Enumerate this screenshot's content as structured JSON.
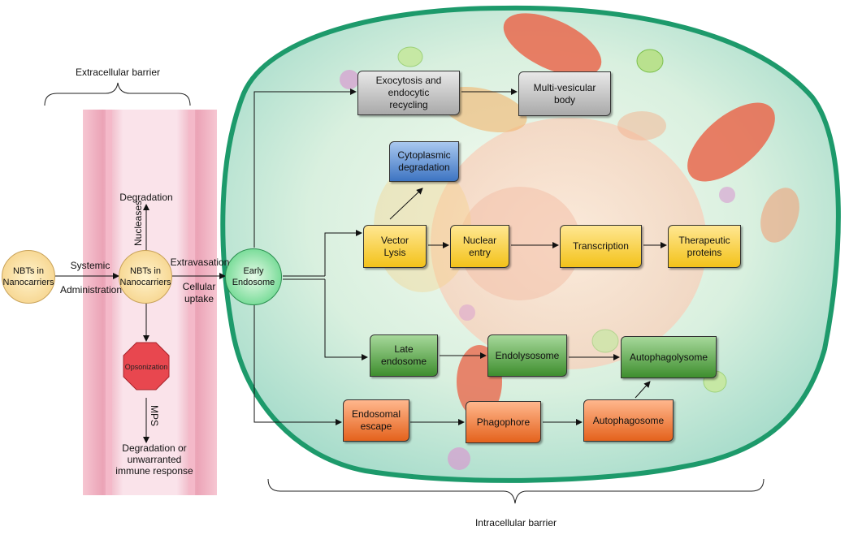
{
  "barrier_labels": {
    "extracellular": "Extracellular barrier",
    "intracellular": "Intracellular barrier"
  },
  "nodes": {
    "nbt_outside": [
      "NBTs in",
      "Nanocarriers"
    ],
    "nbt_vessel": [
      "NBTs in",
      "Nanocarriers"
    ],
    "opsonization": "Opsonization",
    "early_endosome": [
      "Early",
      "Endosome"
    ],
    "exocytosis": [
      "Exocytosis and",
      "endocytic",
      "recycling"
    ],
    "multivesicular": [
      "Multi-vesicular",
      "body"
    ],
    "cytoplasmic": [
      "Cytoplasmic",
      "degradation"
    ],
    "vector_lysis": [
      "Vector",
      "Lysis"
    ],
    "nuclear_entry": [
      "Nuclear",
      "entry"
    ],
    "transcription": "Transcription",
    "therapeutic": [
      "Therapeutic",
      "proteins"
    ],
    "late_endosome": [
      "Late",
      "endosome"
    ],
    "endolysosome": "Endolysosome",
    "autophagolysome": "Autophagolysome",
    "endosomal_escape": [
      "Endosomal",
      "escape"
    ],
    "phagophore": "Phagophore",
    "autophagosome": "Autophagosome"
  },
  "edge_labels": {
    "systemic": "Systemic",
    "administration": "Administration",
    "degradation": "Degradation",
    "nucleases": "Nucleases",
    "extravasation": "Extravasation",
    "cellular": "Cellular",
    "uptake": "uptake",
    "mps": "MPS",
    "degradation_or": [
      "Degradation or",
      "unwarranted",
      "immune response"
    ]
  }
}
